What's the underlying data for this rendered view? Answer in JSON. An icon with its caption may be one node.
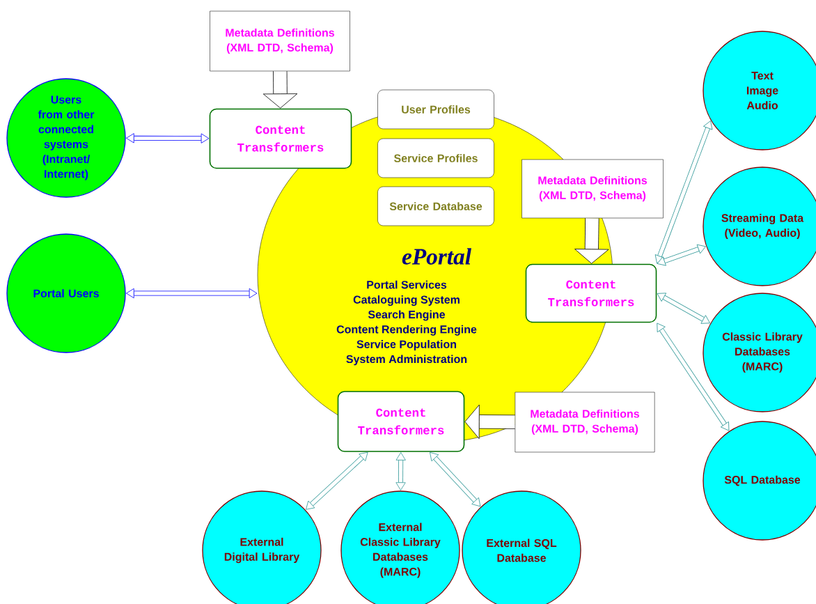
{
  "diagram": {
    "nodes": [
      {
        "text": [
          "ePortal",
          "Portal Services",
          "Cataloguing System",
          "Search Engine",
          "Content Rendering Engine",
          "Service Population",
          "System Administration"
        ]
      },
      {
        "text": [
          "User Profiles"
        ],
        "in": 0
      },
      {
        "text": [
          "Service Profiles"
        ],
        "in": 0
      },
      {
        "text": [
          "Service Database"
        ],
        "in": 0
      },
      {
        "text": [
          "Metadata Definitions (XML DTD, Schema)"
        ]
      },
      {
        "text": [
          "Content Transformers"
        ]
      },
      {
        "text": [
          "Users from other connected systems (Intranet/ Internet)"
        ]
      },
      {
        "text": [
          "Portal Users"
        ]
      },
      {
        "text": [
          "Metadata Definitions (XML DTD, Schema)"
        ]
      },
      {
        "text": [
          "Content Transformers"
        ]
      },
      {
        "text": [
          "Metadata Definitions (XML DTD, Schema)"
        ]
      },
      {
        "text": [
          "Content Transformers"
        ]
      },
      {
        "text": [
          "Text Image Audio"
        ]
      },
      {
        "text": [
          "Streaming Data (Video, Audio)"
        ]
      },
      {
        "text": [
          "Classic Library Databases (MARC)"
        ]
      },
      {
        "text": [
          "SQL Database"
        ]
      },
      {
        "text": [
          "External Digital Library"
        ]
      },
      {
        "text": [
          "External Classic Library Databases (MARC)"
        ]
      },
      {
        "text": [
          "External SQL Database"
        ]
      }
    ],
    "edges": [
      {
        "from": 4,
        "to": 5,
        "arrow": "to",
        "style": "thick",
        "color": "#000000"
      },
      {
        "from": 6,
        "to": 5,
        "arrow": "both",
        "color": "#0000ff"
      },
      {
        "from": 7,
        "to": 0,
        "arrow": "both",
        "color": "#0000ff"
      },
      {
        "from": 8,
        "to": 9,
        "arrow": "to",
        "style": "thick",
        "color": "#000000"
      },
      {
        "from": 9,
        "to": 12,
        "arrow": "both"
      },
      {
        "from": 9,
        "to": 13,
        "arrow": "both"
      },
      {
        "from": 9,
        "to": 14,
        "arrow": "both"
      },
      {
        "from": 9,
        "to": 15,
        "arrow": "both"
      },
      {
        "from": 10,
        "to": 11,
        "arrow": "to",
        "style": "thick",
        "color": "#000000"
      },
      {
        "from": 11,
        "to": 16,
        "arrow": "both"
      },
      {
        "from": 11,
        "to": 17,
        "arrow": "both"
      },
      {
        "from": 11,
        "to": 18,
        "arrow": "both"
      }
    ]
  }
}
